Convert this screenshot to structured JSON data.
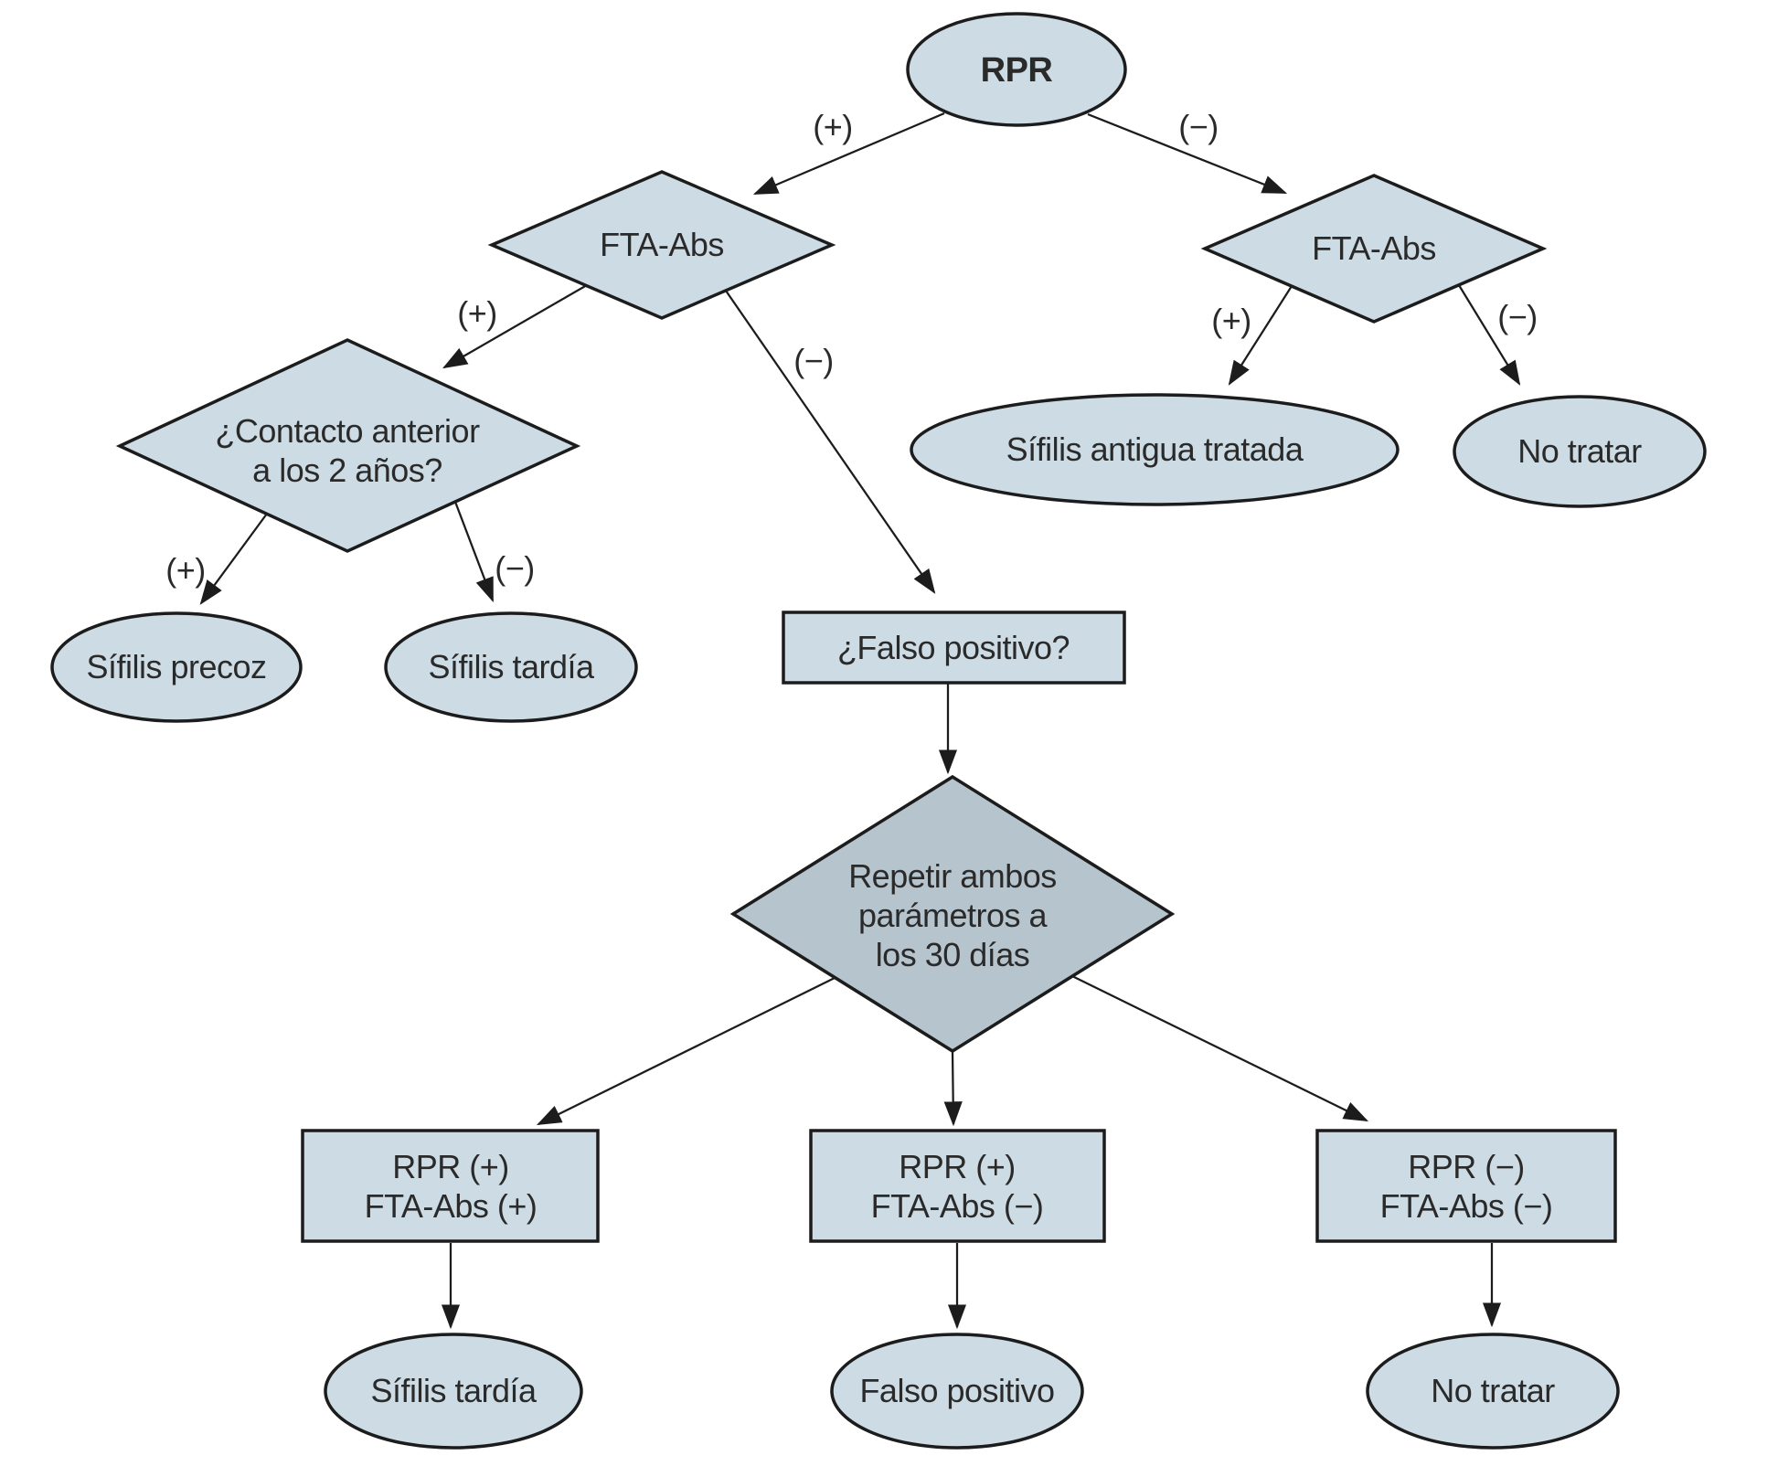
{
  "colors": {
    "background": "#ffffff",
    "node_fill": "#cddce4",
    "repeat_node_fill": "#b6c4cd",
    "stroke": "#1c1c1c",
    "text": "#2a2a2a"
  },
  "nodes": {
    "rpr": {
      "label": "RPR"
    },
    "fta_abs_left": {
      "label": "FTA-Abs"
    },
    "fta_abs_right": {
      "label": "FTA-Abs"
    },
    "contacto": {
      "lines": [
        "¿Contacto anterior",
        "a los 2 años?"
      ]
    },
    "sifilis_precoz": {
      "label": "Sífilis precoz"
    },
    "sifilis_tardia": {
      "label": "Sífilis tardía"
    },
    "sifilis_antigua_tratada": {
      "label": "Sífilis antigua tratada"
    },
    "no_tratar": {
      "label": "No tratar"
    },
    "falso_positivo_pregunta": {
      "label": "¿Falso positivo?"
    },
    "repetir": {
      "lines": [
        "Repetir ambos",
        "parámetros a",
        "los 30 días"
      ]
    },
    "resultado_pos_pos": {
      "lines": [
        "RPR (+)",
        "FTA-Abs (+)"
      ]
    },
    "resultado_pos_neg": {
      "lines": [
        "RPR (+)",
        "FTA-Abs (−)"
      ]
    },
    "resultado_neg_neg": {
      "lines": [
        "RPR (−)",
        "FTA-Abs (−)"
      ]
    },
    "sifilis_tardia_final": {
      "label": "Sífilis tardía"
    },
    "falso_positivo_final": {
      "label": "Falso positivo"
    },
    "no_tratar_final": {
      "label": "No tratar"
    }
  },
  "edges": [
    {
      "from": "rpr",
      "to": "fta_abs_left",
      "label": "(+)"
    },
    {
      "from": "rpr",
      "to": "fta_abs_right",
      "label": "(−)"
    },
    {
      "from": "fta_abs_left",
      "to": "contacto",
      "label": "(+)"
    },
    {
      "from": "fta_abs_left",
      "to": "falso_positivo_pregunta",
      "label": "(−)"
    },
    {
      "from": "contacto",
      "to": "sifilis_precoz",
      "label": "(+)"
    },
    {
      "from": "contacto",
      "to": "sifilis_tardia",
      "label": "(−)"
    },
    {
      "from": "fta_abs_right",
      "to": "sifilis_antigua_tratada",
      "label": "(+)"
    },
    {
      "from": "fta_abs_right",
      "to": "no_tratar",
      "label": "(−)"
    },
    {
      "from": "falso_positivo_pregunta",
      "to": "repetir",
      "label": ""
    },
    {
      "from": "repetir",
      "to": "resultado_pos_pos",
      "label": ""
    },
    {
      "from": "repetir",
      "to": "resultado_pos_neg",
      "label": ""
    },
    {
      "from": "repetir",
      "to": "resultado_neg_neg",
      "label": ""
    },
    {
      "from": "resultado_pos_pos",
      "to": "sifilis_tardia_final",
      "label": ""
    },
    {
      "from": "resultado_pos_neg",
      "to": "falso_positivo_final",
      "label": ""
    },
    {
      "from": "resultado_neg_neg",
      "to": "no_tratar_final",
      "label": ""
    }
  ]
}
